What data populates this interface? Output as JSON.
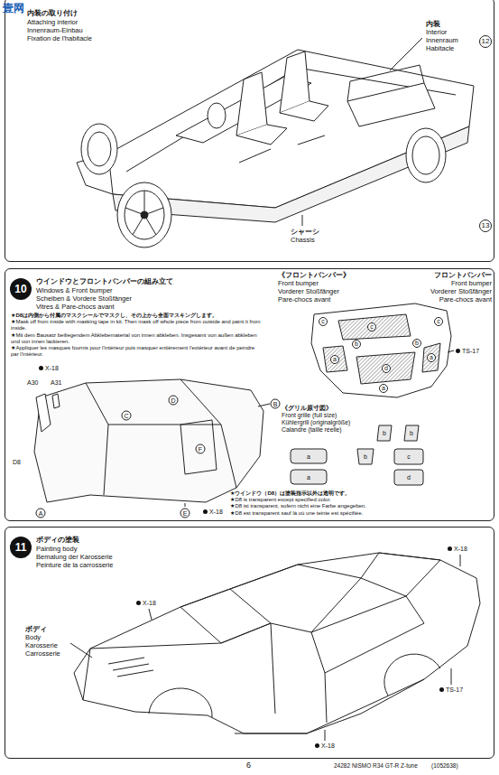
{
  "diagram": {
    "nodes": [
      {
        "text": [
          "内装の取り付け",
          "Attaching interior",
          "Innenraum-Einbau",
          "Fixation de l'habitacle"
        ]
      },
      {
        "text": [
          "ウインドウとフロントバンパーの組み立て",
          "Windows & Front bumper",
          "Scheiben & Vordere Stoßfänger",
          "Vitres & Pare-chocs avant"
        ]
      },
      {
        "text": [
          "10"
        ],
        "in": 1
      },
      {
        "text": [
          "ボディの塗装",
          "Painting body",
          "Bemalung der Karosserie",
          "Peinture de la carrosserie"
        ]
      },
      {
        "text": [
          "11"
        ],
        "in": 3
      }
    ],
    "labels": [
      "壹网",
      "内装",
      "Interior",
      "Innenraum",
      "Habitacle",
      "シャーシ",
      "Chassis",
      "12",
      "13",
      "★D8は内側から付属のマスクシールでマスクし、その上から全面マスキングします。",
      "★Mask off from inside with masking tape in kit. Then mask off whole piece from outside and paint it from inside.",
      "★Mit dem Bausatz beiliegendem Abklebematerial von innen abkleben. Insgesamt von außen abkleben und von innen lackieren.",
      "★Appliquer les masques fournis pour l'intérieur puis masquer entièrement l'extérieur avant de peindre par l'intérieur.",
      "X-18",
      "A30",
      "A31",
      "D8",
      "A",
      "B",
      "C",
      "D",
      "E",
      "F",
      "X-18",
      "★ウインドウ（D8）は塗装指示以外は透明です。",
      "★D8 is transparent except specified color.",
      "★D8 ist transparent, sofern nicht eine Farbe angegeben.",
      "★D8 est transparent sauf là où une teinte est spécifiée.",
      "《フロントバンパー》",
      "Front bumper",
      "Vorderer Stoßfänger",
      "Pare-chocs avant",
      "フロントバンパー",
      "Front bumper",
      "Vorderer Stoßfänger",
      "Pare-chocs avant",
      "TS-17",
      "c",
      "c",
      "b",
      "a",
      "a",
      "d",
      "c",
      "b",
      "a",
      "《グリル原寸図》",
      "Front grille (full size)",
      "Kühlergrill (originalgröße)",
      "Calandre (taille réelle)",
      "b",
      "b",
      "a",
      "b",
      "c",
      "a",
      "d",
      "ボディ",
      "Body",
      "Karosserie",
      "Carrosserie",
      "X-18",
      "X-18",
      "X-18",
      "TS-17",
      "6",
      "24282 NISMO R34 GT-R Z-tune",
      "(1052638)"
    ]
  }
}
